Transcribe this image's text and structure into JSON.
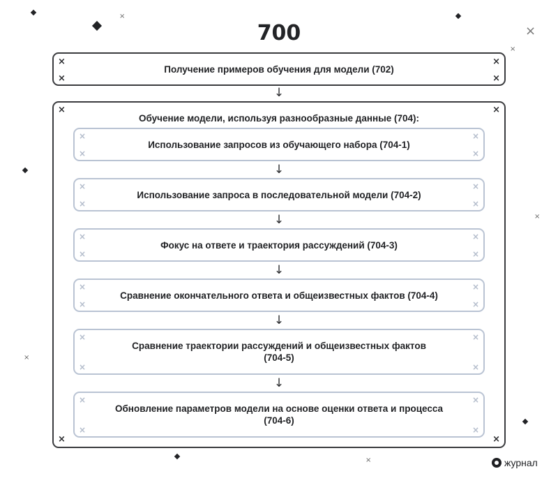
{
  "diagram": {
    "title": "700",
    "top_step": {
      "label": "Получение примеров обучения для модели (702)"
    },
    "group": {
      "label": "Обучение модели, используя разнообразные данные (704):",
      "steps": [
        {
          "label": "Использование запросов из обучающего набора (704-1)"
        },
        {
          "label": "Использование запроса в последовательной модели (704-2)"
        },
        {
          "label": "Фокус на ответе и траектория рассуждений (704-3)"
        },
        {
          "label": "Сравнение окончательного ответа и общеизвестных фактов (704-4)"
        },
        {
          "label": "Сравнение траектории рассуждений и общеизвестных фактов\n(704-5)"
        },
        {
          "label": "Обновление параметров модели на основе оценки ответа и процесса\n(704-6)"
        }
      ]
    },
    "arrow_glyph": "↓",
    "corner_mark": "×",
    "spark_glyph": "⁙"
  },
  "branding": {
    "logo_text": "журнал"
  },
  "colors": {
    "text": "#1f2023",
    "dark_border": "#3a3b3e",
    "light_border": "#b9c3d3",
    "light_mark": "#b3bccb"
  }
}
